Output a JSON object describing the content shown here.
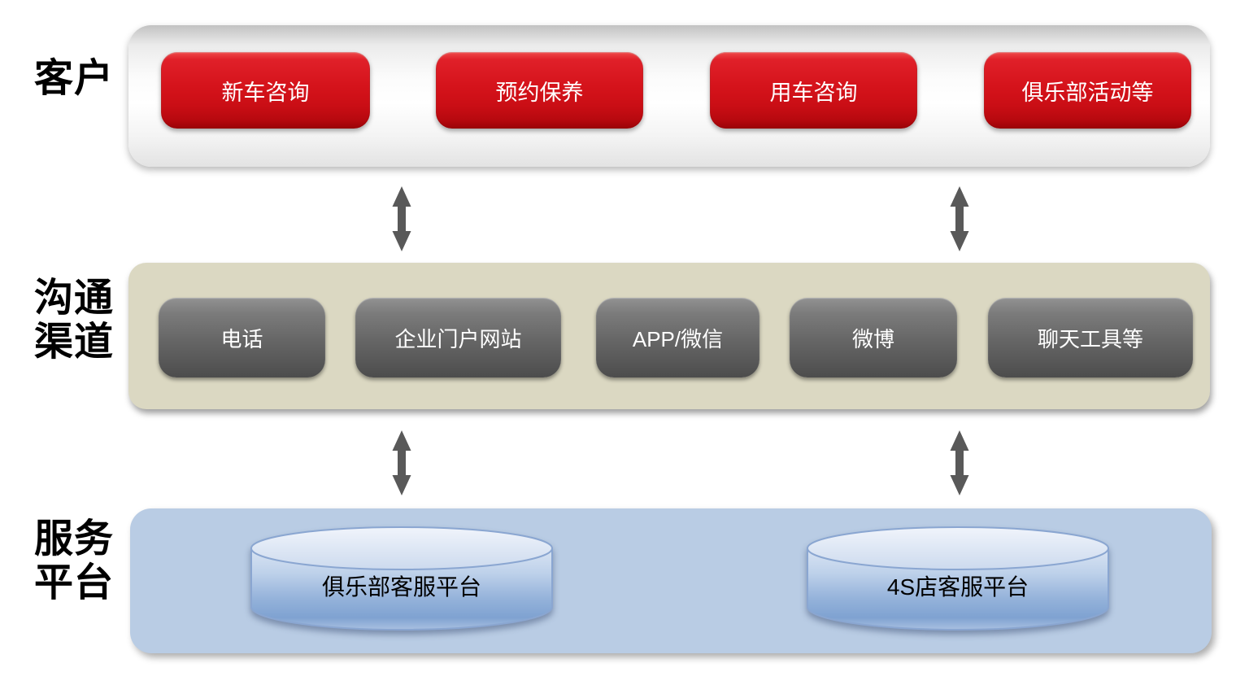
{
  "rows": [
    {
      "id": "customers",
      "label_lines": [
        "客户"
      ],
      "items": [
        "新车咨询",
        "预约保养",
        "用车咨询",
        "俱乐部活动等"
      ]
    },
    {
      "id": "channels",
      "label_lines": [
        "沟通",
        "渠道"
      ],
      "items": [
        "电话",
        "企业门户网站",
        "APP/微信",
        "微博",
        "聊天工具等"
      ]
    },
    {
      "id": "platforms",
      "label_lines": [
        "服务",
        "平台"
      ],
      "items": [
        "俱乐部客服平台",
        "4S店客服平台"
      ]
    }
  ],
  "colors": {
    "customer_button_red": "#d5131b",
    "channel_button_gray": "#656565",
    "customers_panel_gradient_top": "#c2c2c2",
    "channels_panel_beige": "#dbd8c2",
    "platforms_panel_blue": "#b9cce4",
    "arrow_gray": "#595959",
    "cylinder_light_blue": "#d9e4f3",
    "cylinder_dark_blue": "#7fa2d1",
    "button_text": "#ffffff",
    "label_text": "#000000"
  }
}
